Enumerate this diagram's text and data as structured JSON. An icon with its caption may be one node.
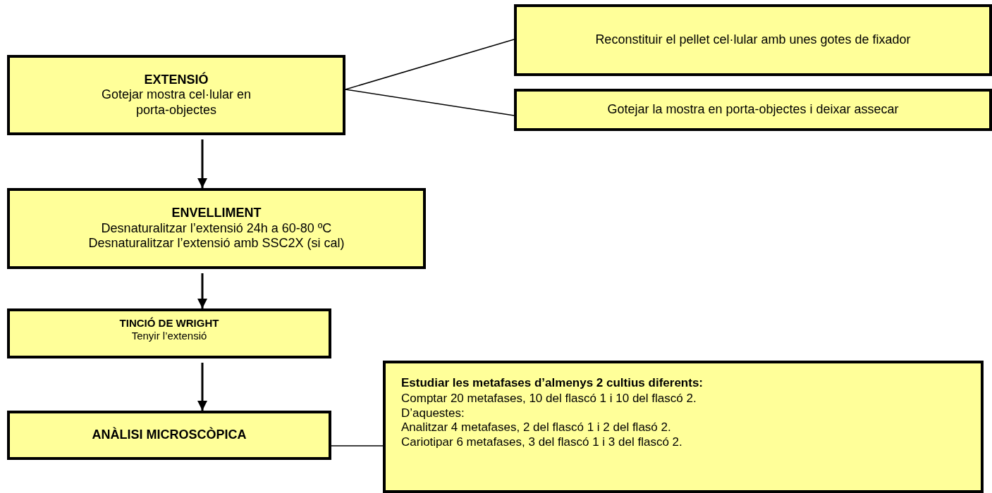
{
  "diagram": {
    "nodes": [
      {
        "text": [
          "EXTENSIÓ",
          "Gotejar mostra cel·lular en porta-objectes"
        ]
      },
      {
        "text": [
          "Reconstituir el pellet cel·lular amb unes gotes de fixador"
        ]
      },
      {
        "text": [
          "Gotejar la mostra en porta-objectes i deixar assecar"
        ]
      },
      {
        "text": [
          "ENVELLIMENT",
          "Desnaturalitzar l’extensió 24h a 60-80 ºC",
          "Desnaturalitzar l’extensió amb SSC2X (si cal)"
        ]
      },
      {
        "text": [
          "TINCIÓ DE WRIGHT",
          "Tenyir l’extensió"
        ]
      },
      {
        "text": [
          "ANÀLISI MICROSCÒPICA"
        ]
      },
      {
        "text": [
          "Estudiar les metafases d’almenys 2 cultius diferents:",
          "Comptar 20 metafases, 10 del flascó 1 i 10 del flascó 2.",
          "D’aquestes:",
          "Analitzar 4 metafases, 2 del flascó 1 i 2 del flasó 2.",
          "Cariotipar 6 metafases, 3 del flascó 1 i 3 del flascó 2."
        ]
      }
    ],
    "edges": [
      {
        "from": 0,
        "to": 3,
        "arrow": "to"
      },
      {
        "from": 3,
        "to": 4,
        "arrow": "to"
      },
      {
        "from": 4,
        "to": 5,
        "arrow": "to"
      },
      {
        "from": 0,
        "to": 1,
        "arrow": "none"
      },
      {
        "from": 0,
        "to": 2,
        "arrow": "none"
      },
      {
        "from": 5,
        "to": 6,
        "arrow": "none"
      }
    ]
  }
}
